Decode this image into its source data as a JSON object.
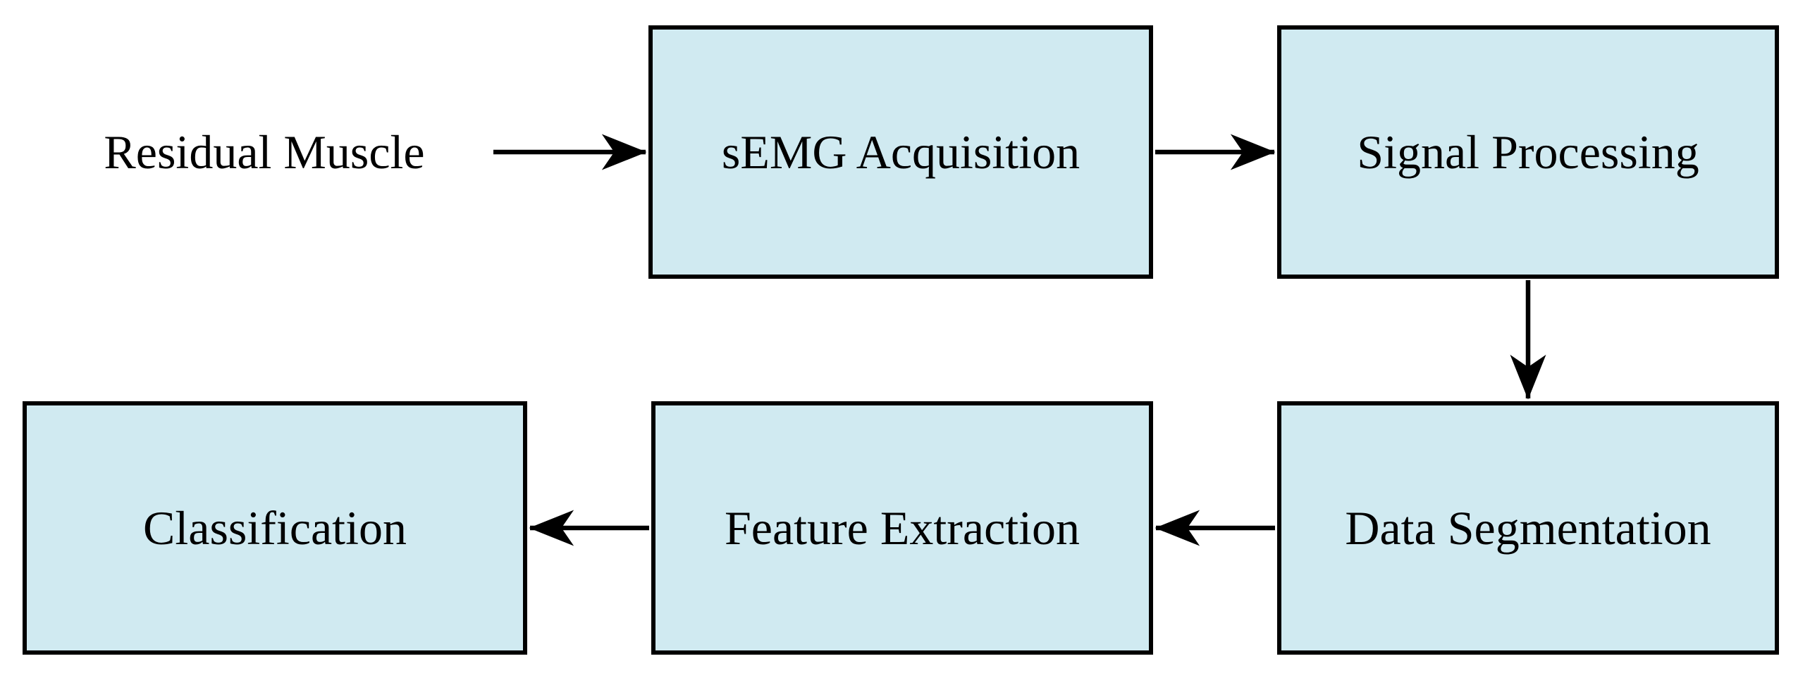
{
  "colors": {
    "background": "#ffffff",
    "box_fill": "#d0eaf1",
    "box_border": "#000000",
    "text_color": "#000000",
    "arrow_color": "#000000"
  },
  "diagram": {
    "type": "flowchart",
    "nodes": [
      {
        "id": "residual-muscle",
        "label": "Residual Muscle",
        "shape": "plain-text"
      },
      {
        "id": "semg-acquisition",
        "label": "sEMG Acquisition",
        "shape": "box"
      },
      {
        "id": "signal-processing",
        "label": "Signal Processing",
        "shape": "box"
      },
      {
        "id": "data-segmentation",
        "label": "Data Segmentation",
        "shape": "box"
      },
      {
        "id": "feature-extraction",
        "label": "Feature Extraction",
        "shape": "box"
      },
      {
        "id": "classification",
        "label": "Classification",
        "shape": "box"
      }
    ],
    "edges": [
      {
        "from": "residual-muscle",
        "to": "semg-acquisition",
        "direction": "right"
      },
      {
        "from": "semg-acquisition",
        "to": "signal-processing",
        "direction": "right"
      },
      {
        "from": "signal-processing",
        "to": "data-segmentation",
        "direction": "down"
      },
      {
        "from": "data-segmentation",
        "to": "feature-extraction",
        "direction": "left"
      },
      {
        "from": "feature-extraction",
        "to": "classification",
        "direction": "left"
      }
    ]
  }
}
